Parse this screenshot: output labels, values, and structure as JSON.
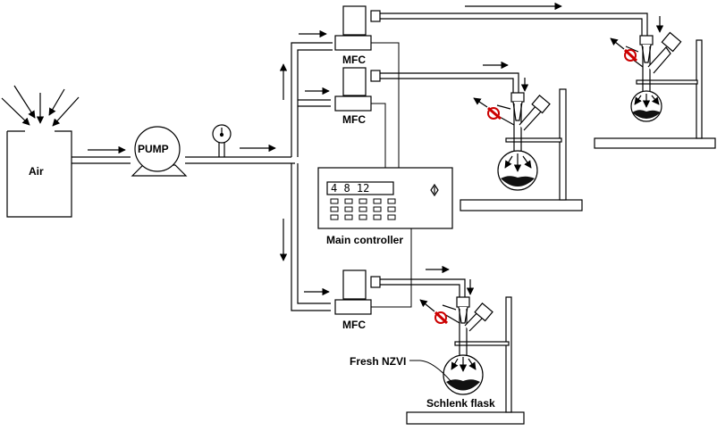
{
  "labels": {
    "air": "Air",
    "pump": "PUMP",
    "mfc_top": "MFC",
    "mfc_middle": "MFC",
    "mfc_bottom": "MFC",
    "controller_display": "4  8 12",
    "main_controller": "Main controller",
    "fresh_nzvi": "Fresh NZVI",
    "schlenk_flask": "Schlenk flask"
  },
  "colors": {
    "line": "#000000",
    "valve_red": "#cc0000",
    "sediment": "#111111"
  },
  "icons": [
    "air-container",
    "pump-icon",
    "pressure-gauge-icon",
    "mfc-unit",
    "controller-unit",
    "schlenk-flask",
    "valve-icon",
    "retort-stand"
  ]
}
